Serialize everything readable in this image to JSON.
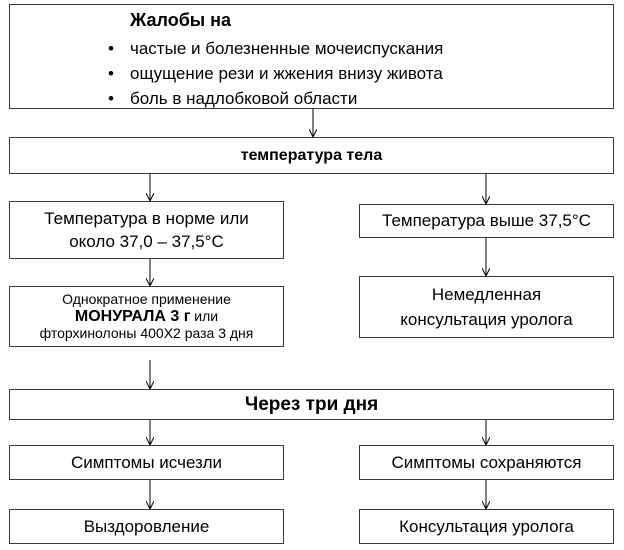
{
  "complaints": {
    "title": "Жалобы на",
    "items": [
      "частые и болезненные мочеиспускания",
      "ощущение рези и жжения внизу живота",
      "боль в надлобковой области"
    ]
  },
  "temperature": {
    "label": "температура тела",
    "normal_line1": "Температура в норме или",
    "normal_line2": "около 37,0 – 37,5°C",
    "high": "Температура выше 37,5°C"
  },
  "treatment": {
    "line1": "Однократное применение",
    "drug": "МОНУРАЛА 3 г",
    "or": " или",
    "line3": "фторхинолоны 400Х2 раза 3 дня"
  },
  "urgent": {
    "line1": "Немедленная",
    "line2": "консультация уролога"
  },
  "after": {
    "label": "Через три дня"
  },
  "outcomes": {
    "resolved": "Симптомы исчезли",
    "persist": "Симптомы сохраняются",
    "recovery": "Выздоровление",
    "consult": "Консультация уролога"
  }
}
